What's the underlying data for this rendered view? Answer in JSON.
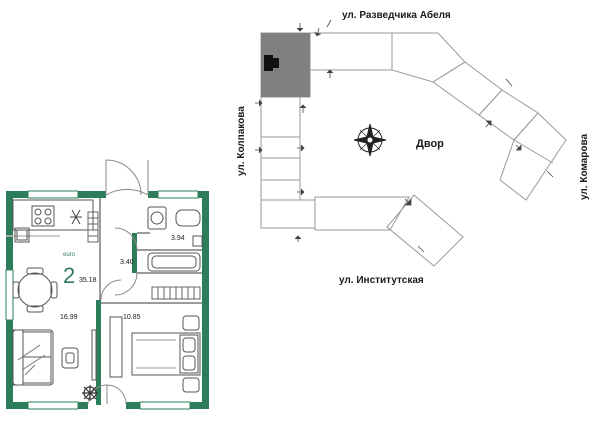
{
  "apartment": {
    "type_label": "euro",
    "rooms": "2",
    "total_area": "35.18",
    "rooms_areas": {
      "kitchen_living": "16.99",
      "bedroom": "10.85",
      "hall": "3.40",
      "bathroom": "3.94"
    }
  },
  "site_plan": {
    "street_top": "ул. Разведчика Абеля",
    "street_left": "ул. Колпакова",
    "street_right": "ул. Комарова",
    "street_bottom": "ул. Институтская",
    "courtyard": "Двор"
  },
  "colors": {
    "wall": "#2e7d5a",
    "highlight": "#808080",
    "line": "#9a9a9a"
  },
  "icons": [
    "compass-icon",
    "position-marker-icon",
    "entrance-arrow-icon",
    "sofa-icon",
    "bed-icon",
    "dining-table-icon",
    "stove-icon",
    "sink-icon",
    "bathtub-icon",
    "toilet-icon",
    "plant-icon"
  ]
}
